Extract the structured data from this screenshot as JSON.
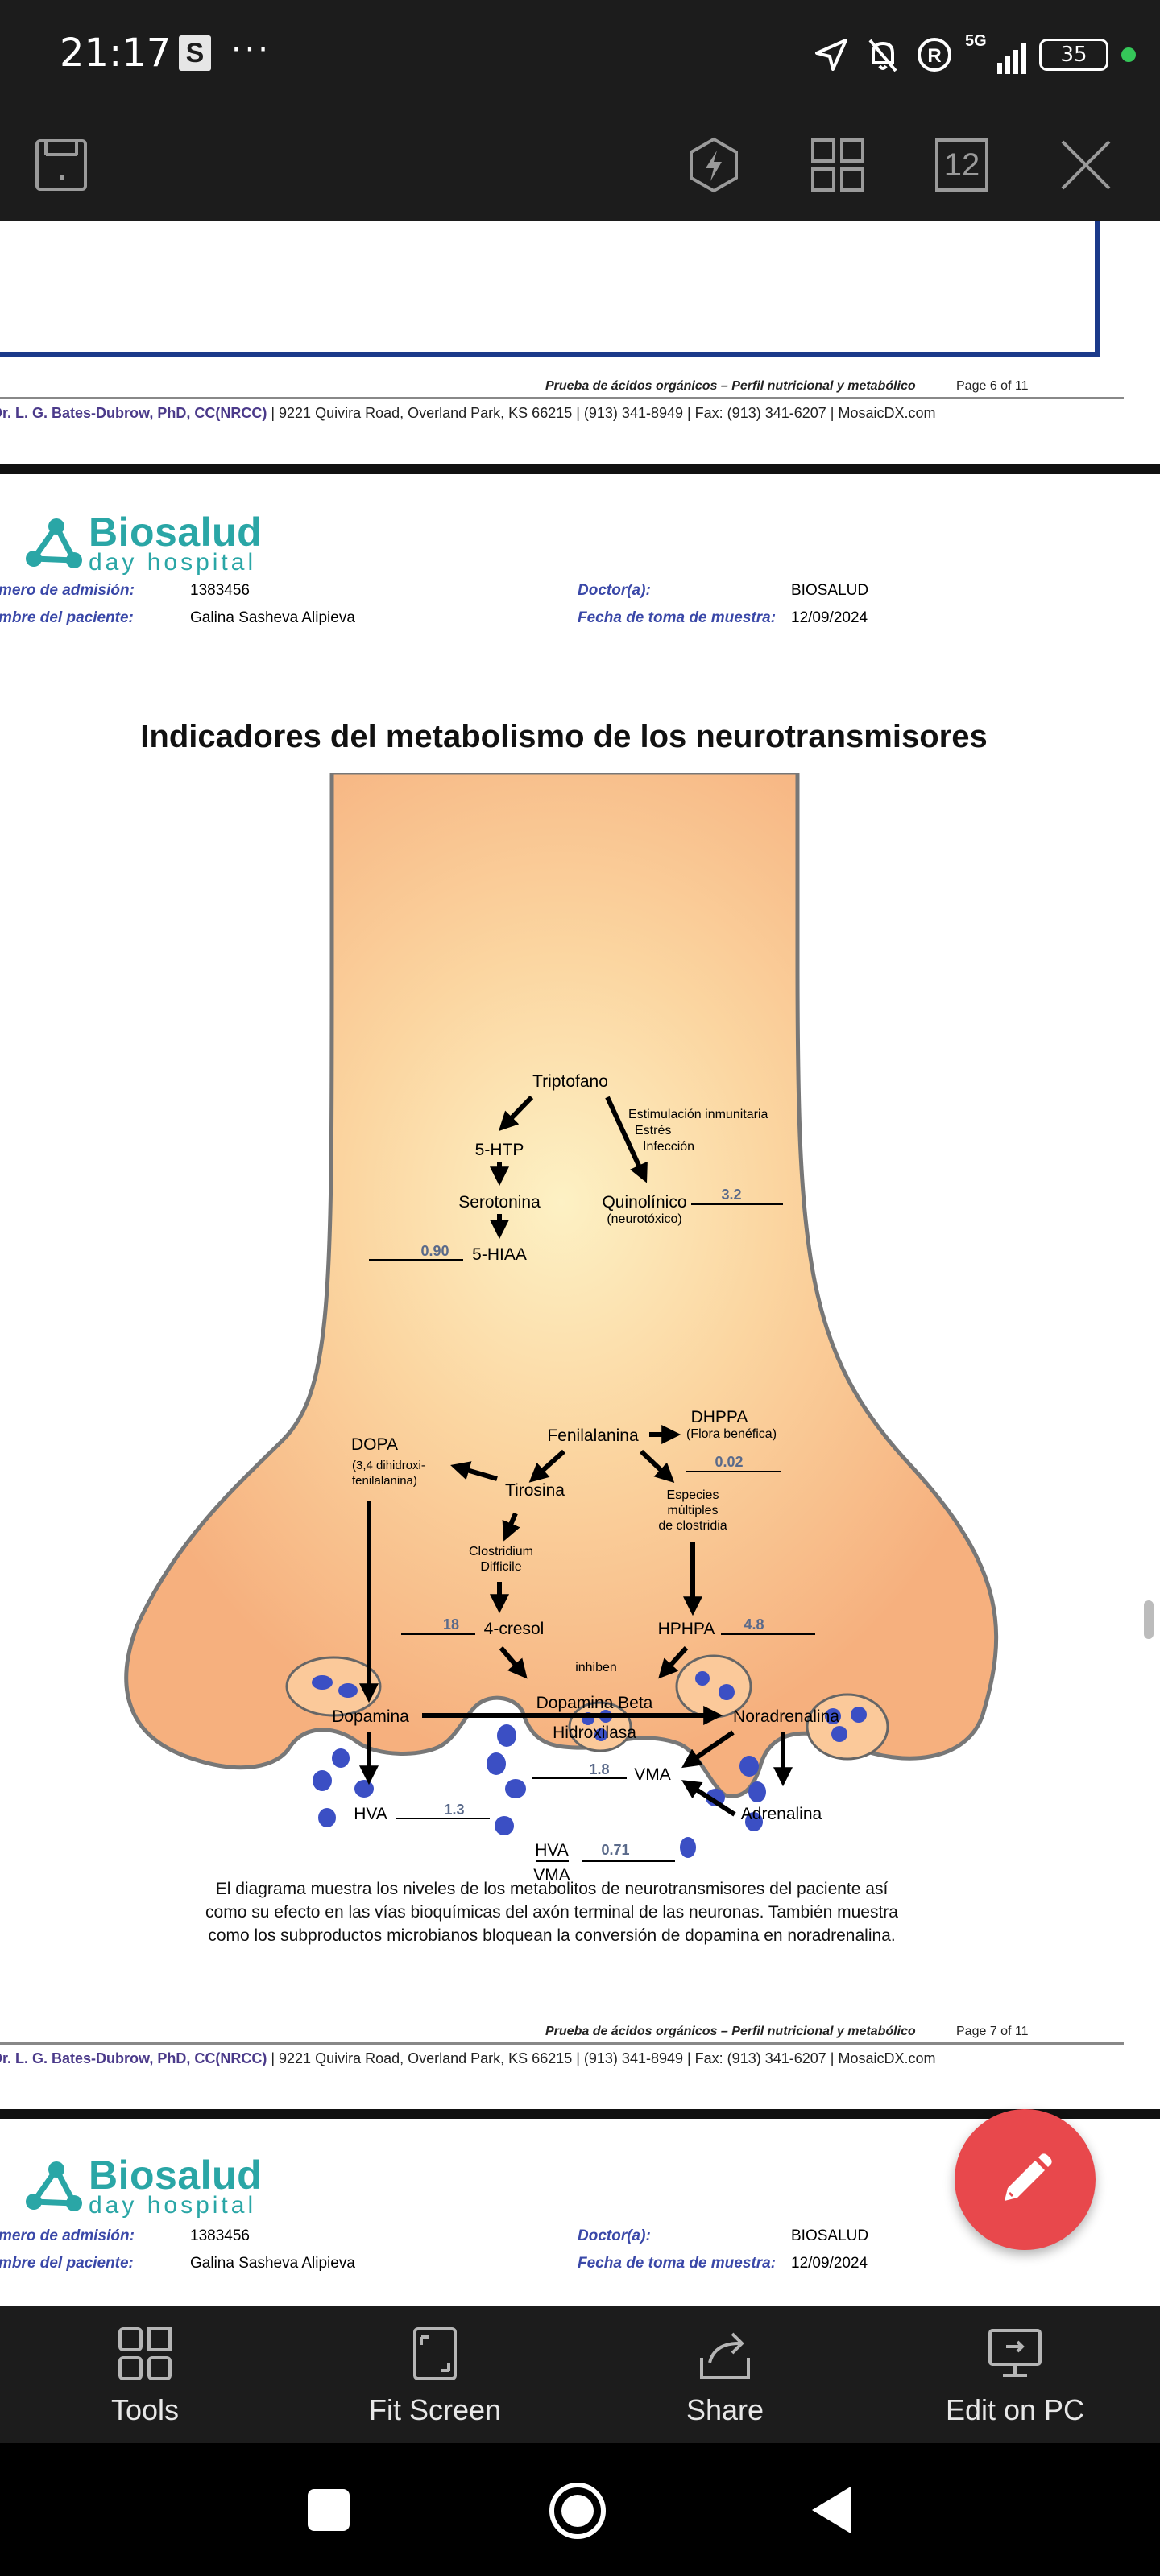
{
  "status_bar": {
    "time": "21:17",
    "app_badge": "S",
    "more": "···",
    "network": "5G",
    "battery": "35"
  },
  "toolbar": {
    "page_count_icon_value": "12"
  },
  "document": {
    "footer_title": "Prueba de ácidos orgánicos – Perfil nutricional y metabólico",
    "footer_page_6": "Page 6 of 11",
    "footer_page_7": "Page 7 of 11",
    "footer_author": "Dr. L. G. Bates-Dubrow, PhD, CC(NRCC)",
    "footer_address": " | 9221 Quivira Road, Overland Park, KS 66215  |  (913) 341-8949  |  Fax: (913) 341-6207 | MosaicDX.com",
    "logo_brand": "Biosalud",
    "logo_sub": "day hospital",
    "admission_label": "mero de admisión:",
    "admission_value": "1383456",
    "patient_label": "mbre del paciente:",
    "patient_value": "Galina Sasheva Alipieva",
    "doctor_label": "Doctor(a):",
    "doctor_value": "BIOSALUD",
    "sample_date_label": "Fecha de toma de muestra:",
    "sample_date_value": "12/09/2024",
    "title": "Indicadores del metabolismo de los neurotransmisores",
    "caption_1": "El diagrama muestra los niveles de los metabolitos de neurotransmisores del paciente así",
    "caption_2": "como su efecto en las vías bioquímicas del axón terminal de las neuronas. También muestra",
    "caption_3": "como los subproductos microbianos bloquean la conversión de dopamina en noradrenalina."
  },
  "diagram": {
    "triptofano": "Triptofano",
    "estimulacion": "Estimulación inmunitaria",
    "estres": "Estrés",
    "infeccion": "Infección",
    "htp": "5-HTP",
    "serotonina": "Serotonina",
    "quinolinico": "Quinolínico",
    "neurotoxico": "(neurotóxico)",
    "quinolinico_value": "3.2",
    "hiaa": "5-HIAA",
    "hiaa_value": "0.90",
    "fenilalanina": "Fenilalanina",
    "dhppa": "DHPPA",
    "flora": "(Flora benéfica)",
    "dhppa_value": "0.02",
    "dopa": "DOPA",
    "dopa_sub1": "(3,4 dihidroxi-",
    "dopa_sub2": "fenilalanina)",
    "tirosina": "Tirosina",
    "especies1": "Especies",
    "especies2": "múltiples",
    "especies3": "de clostridia",
    "clostridium1": "Clostridium",
    "clostridium2": "Difficile",
    "cresol": "4-cresol",
    "cresol_value": "18",
    "hphpa": "HPHPA",
    "hphpa_value": "4.8",
    "inhiben": "inhiben",
    "dopamina": "Dopamina",
    "dbh1": "Dopamina Beta",
    "dbh2": "Hidroxilasa",
    "noradrenalina": "Noradrenalina",
    "vma": "VMA",
    "vma_value": "1.8",
    "hva": "HVA",
    "hva_value": "1.3",
    "adrenalina": "Adrenalina",
    "ratio_num": "HVA",
    "ratio_den": "VMA",
    "ratio_value": "0.71"
  },
  "bottom_bar": {
    "tools": "Tools",
    "fit_screen": "Fit Screen",
    "share": "Share",
    "edit_on_pc": "Edit on PC"
  },
  "colors": {
    "neuron_fill": "#f6b07e",
    "neuron_center": "#fdf1c4",
    "vesicle_dot": "#3b4fc4",
    "fab": "#e8484c",
    "logo": "#2aa6a6",
    "label_blue": "#3a48a8"
  }
}
